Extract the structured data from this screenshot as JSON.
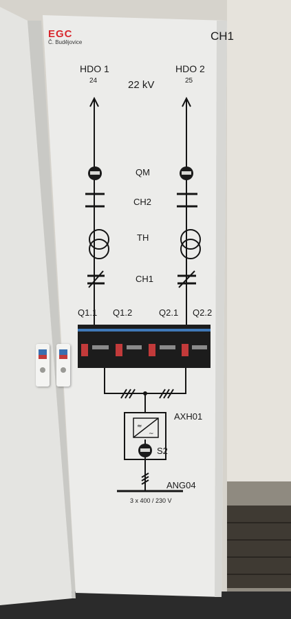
{
  "logo": {
    "brand": "EGC",
    "city": "Č. Budějovice"
  },
  "cabinet": {
    "id": "CH1"
  },
  "feeders": [
    {
      "name": "HDO 1",
      "number": "24"
    },
    {
      "name": "HDO 2",
      "number": "25"
    }
  ],
  "voltage": "22 kV",
  "labels": {
    "qm": "QM",
    "ch2": "CH2",
    "th": "TH",
    "ch1": "CH1"
  },
  "breakers": [
    "Q1.1",
    "Q1.2",
    "Q2.1",
    "Q2.2"
  ],
  "converter": {
    "name": "AXH01",
    "switch": "S2",
    "output": "ANG04"
  },
  "supply": "3 x 400 / 230 V",
  "colors": {
    "panel": "#ececea",
    "line": "#141414",
    "logo": "#d8262c",
    "breaker": "#1c1c1c"
  }
}
